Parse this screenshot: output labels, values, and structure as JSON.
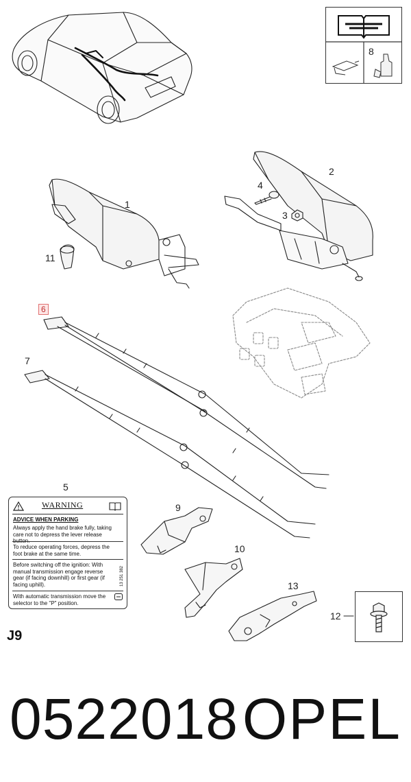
{
  "labels": {
    "n1": "1",
    "n2": "2",
    "n3": "3",
    "n4": "4",
    "n5": "5",
    "n6": "6",
    "n7": "7",
    "n8": "8",
    "n9": "9",
    "n10": "10",
    "n11": "11",
    "n12": "12",
    "n13": "13"
  },
  "section": "J9",
  "part_number": "0522018",
  "brand": "OPEL",
  "warning_label": {
    "title": "WARNING",
    "heading": "ADVICE WHEN PARKING",
    "p1": "Always apply the hand brake fully, taking care not to depress the lever release button.",
    "p2": "To reduce operating forces, depress the foot brake at the same time.",
    "p3": "Before switching off the ignition: With manual transmission engage reverse gear (if facing downhill) or first gear (if facing uphill).",
    "p4": "With automatic transmission move the selector to the \"P\" position.",
    "code": "13 251 382"
  },
  "colors": {
    "highlight_border": "#e07070",
    "highlight_fill": "#fde6e6",
    "line": "#222222"
  }
}
